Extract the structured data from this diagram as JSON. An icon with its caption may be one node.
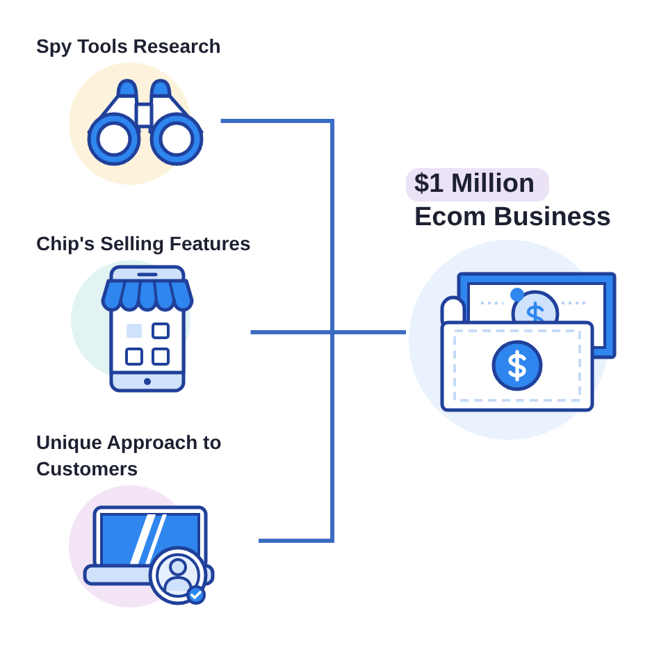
{
  "diagram": {
    "nodes": [
      {
        "text": [
          "Spy Tools Research"
        ]
      },
      {
        "text": [
          "Chip's Selling Features"
        ]
      },
      {
        "text": [
          "Unique Approach to Customers"
        ]
      },
      {
        "text": [
          "$1 Million",
          "Ecom Business"
        ]
      }
    ],
    "edges": [
      {
        "from": 0,
        "to": 3,
        "arrow": "none"
      },
      {
        "from": 1,
        "to": 3,
        "arrow": "none"
      },
      {
        "from": 2,
        "to": 3,
        "arrow": "none"
      }
    ]
  }
}
